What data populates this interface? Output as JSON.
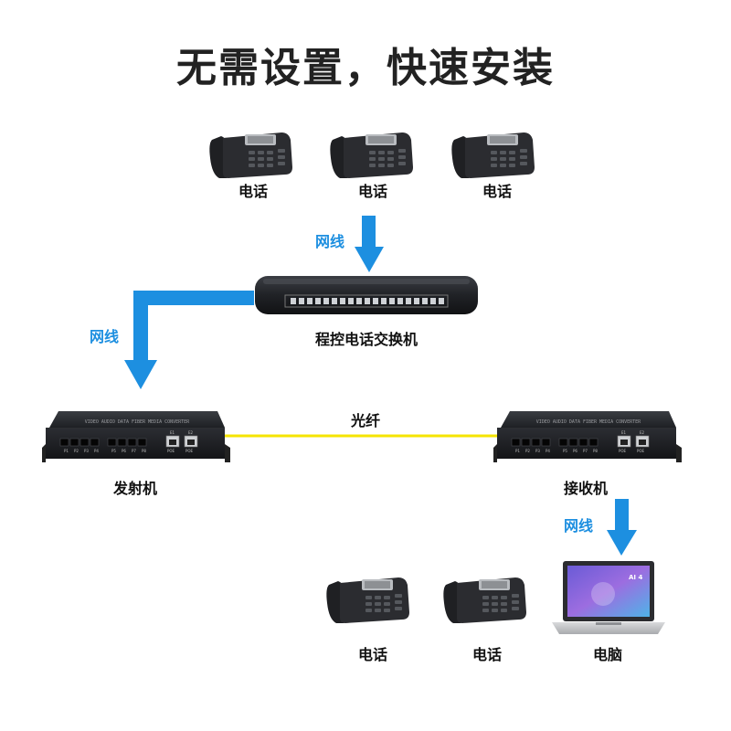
{
  "title": "无需设置，快速安装",
  "phones_top": [
    {
      "label": "电话"
    },
    {
      "label": "电话"
    },
    {
      "label": "电话"
    }
  ],
  "cable_label": "网线",
  "switch": {
    "label": "程控电话交换机"
  },
  "fiber_label": "光纤",
  "transmitter": {
    "label": "发射机"
  },
  "receiver": {
    "label": "接收机"
  },
  "phones_bottom": [
    {
      "label": "电话"
    },
    {
      "label": "电话"
    }
  ],
  "computer": {
    "label": "电脑"
  },
  "colors": {
    "arrow": "#1d8fe0",
    "fiber": "#f5e400",
    "device": "#2a2c30"
  }
}
